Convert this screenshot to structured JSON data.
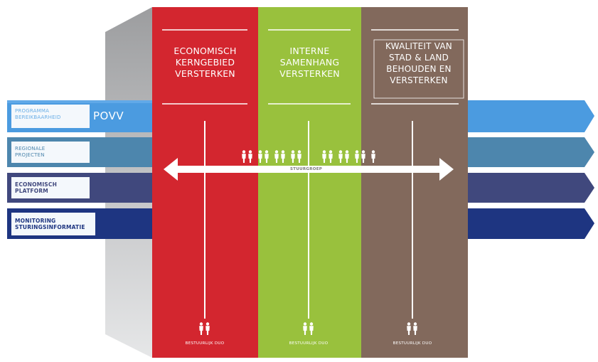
{
  "colors": {
    "red": "#d3262f",
    "green": "#99c13d",
    "brown": "#82695c",
    "band_1": "#4b9be0",
    "band_2": "#4d86ad",
    "band_3": "#40487d",
    "band_4": "#1e3581",
    "box_side": "#a8a9ab"
  },
  "columns": [
    {
      "title_lines": [
        "ECONOMISCH",
        "KERNGEBIED",
        "VERSTERKEN"
      ],
      "duo_label": "BESTUURLIJK DUO"
    },
    {
      "title_lines": [
        "INTERNE",
        "SAMENHANG",
        "VERSTERKEN"
      ],
      "duo_label": "BESTUURLIJK DUO"
    },
    {
      "title_lines": [
        "KWALITEIT VAN",
        "STAD & LAND",
        "BEHOUDEN EN",
        "VERSTERKEN"
      ],
      "duo_label": "BESTUURLIJK DUO"
    }
  ],
  "rows": [
    {
      "label_lines": [
        "PROGRAMMA",
        "BEREIKBAARHEID"
      ],
      "extra_label": "POVV"
    },
    {
      "label_lines": [
        "REGIONALE",
        "PROJECTEN"
      ]
    },
    {
      "label_lines": [
        "ECONOMISCH",
        "PLATFORM"
      ]
    },
    {
      "label_lines": [
        "MONITORING",
        "STURINGSINFORMATIE"
      ]
    }
  ],
  "central_label": "STUURGROEP",
  "icons": {
    "people": "person-pair-icon",
    "arrow": "double-headed-arrow-icon"
  }
}
